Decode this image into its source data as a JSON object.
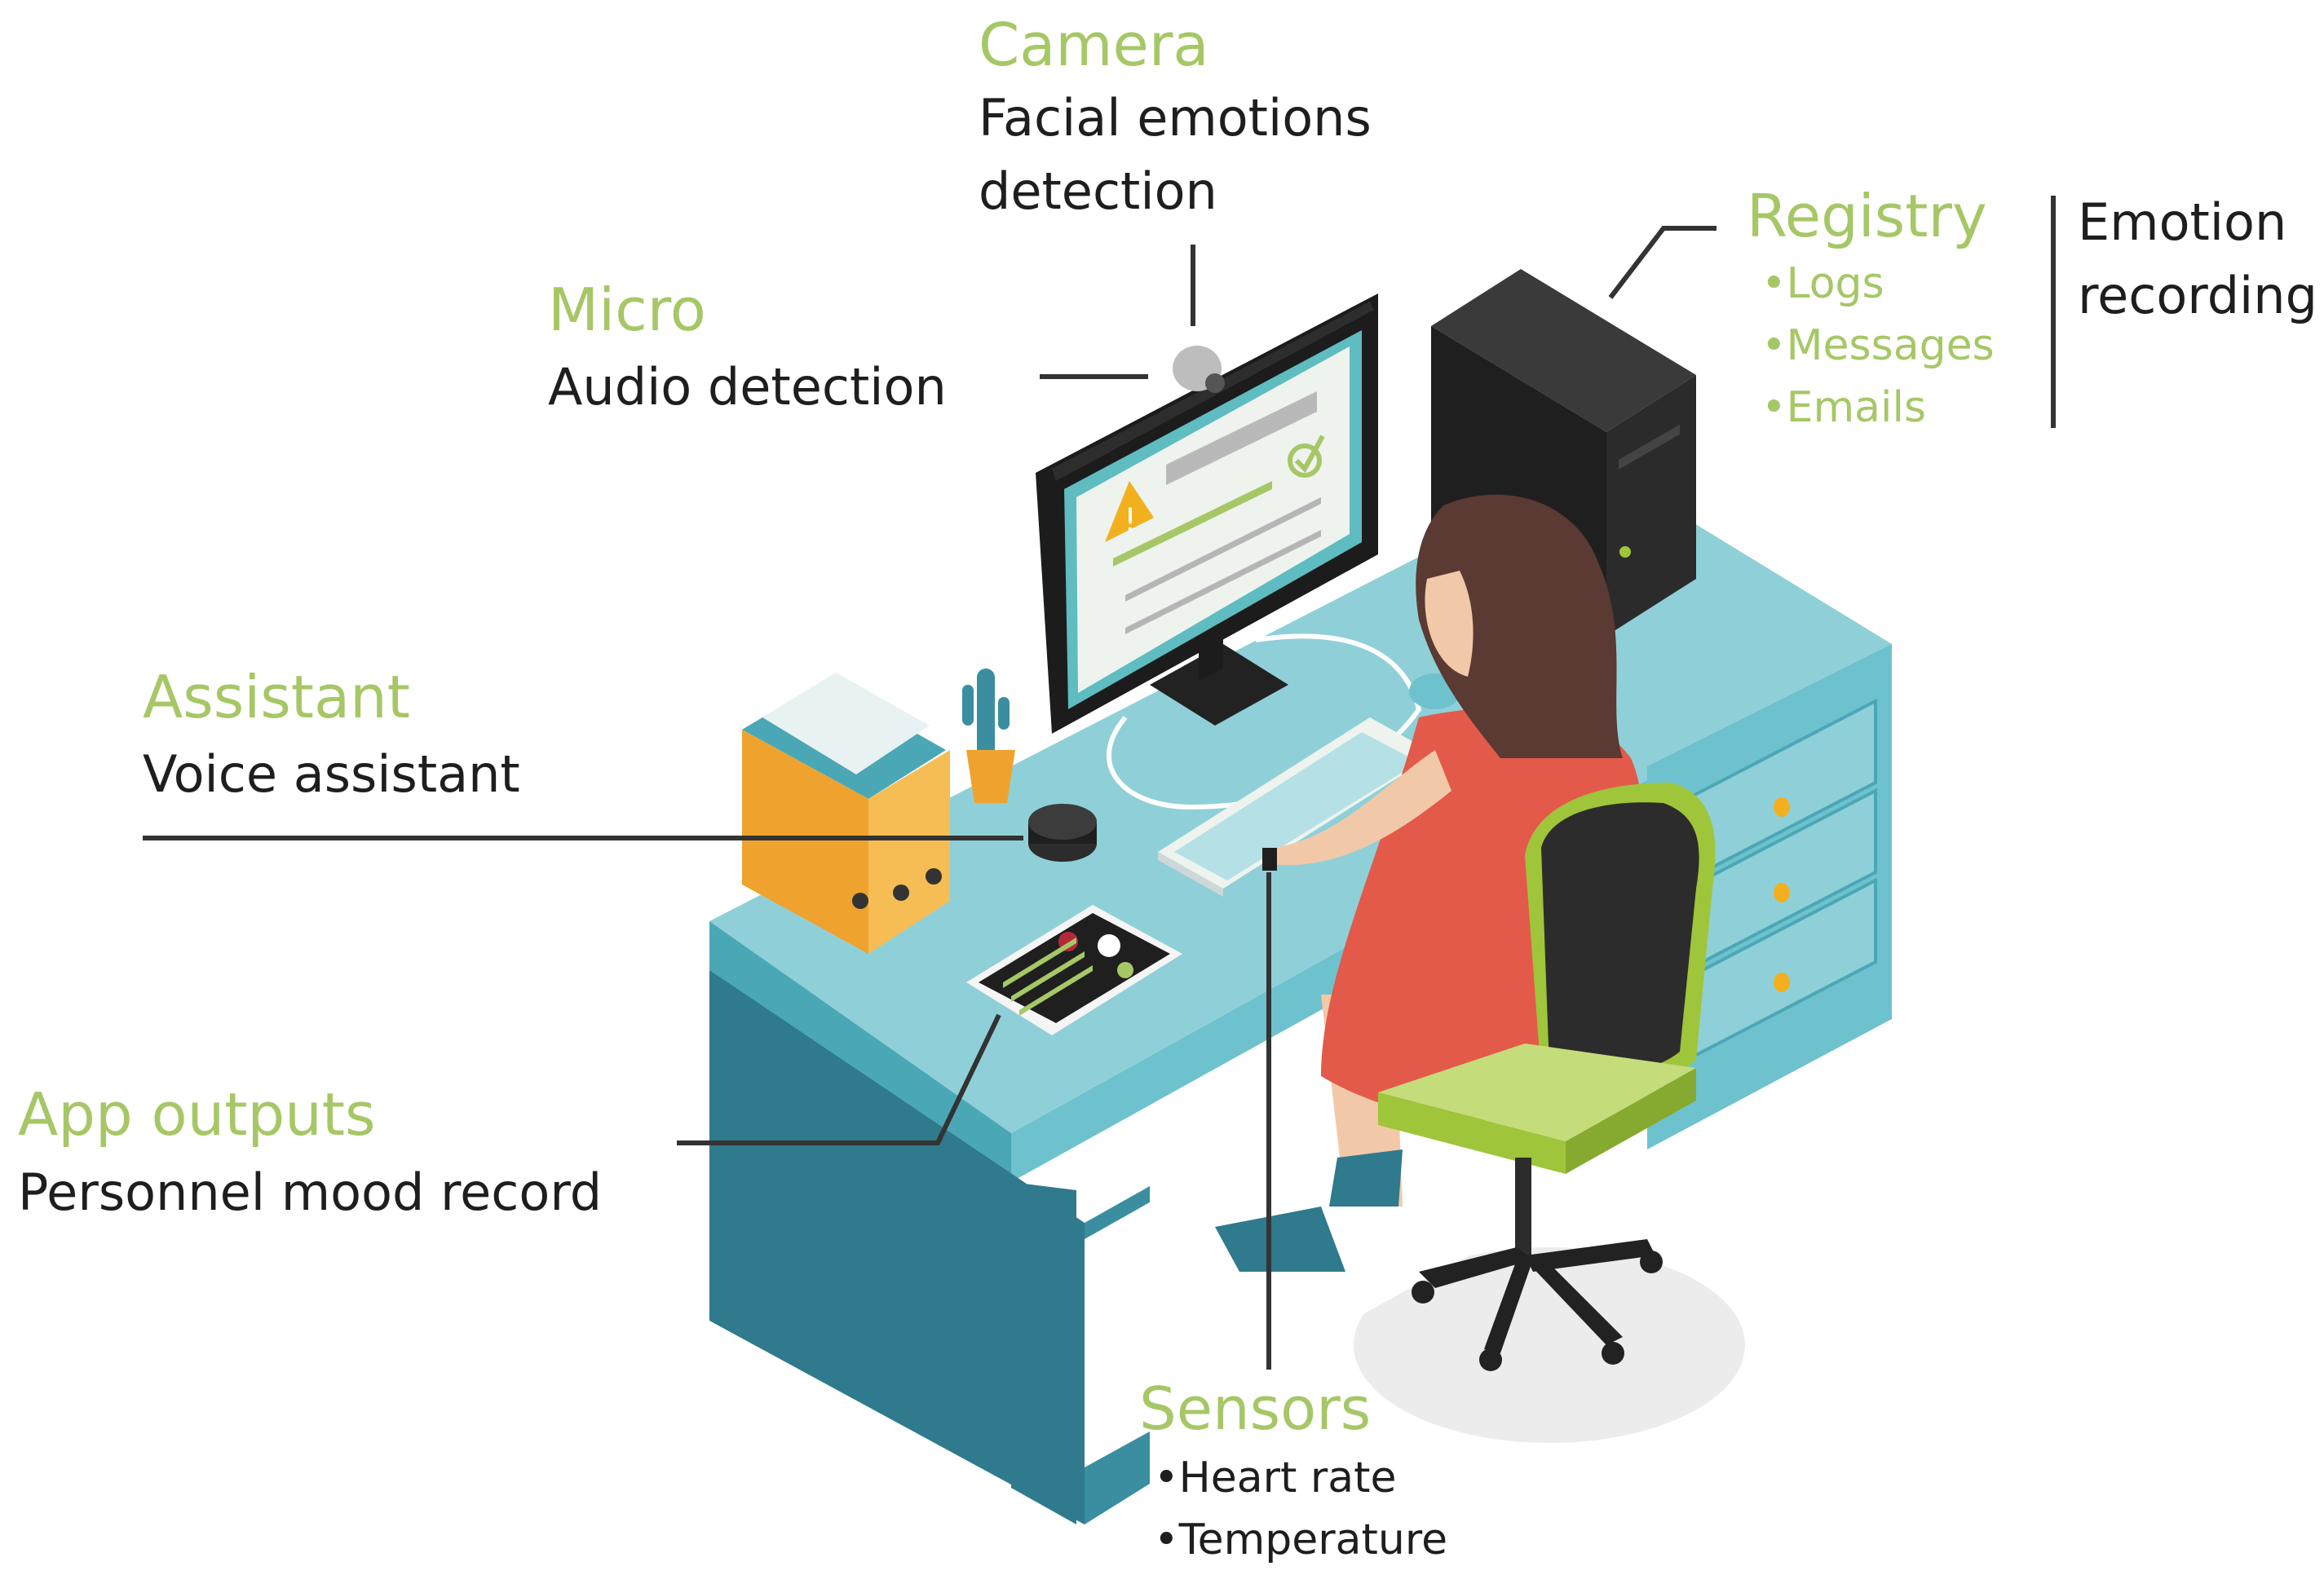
{
  "camera": {
    "title": "Camera",
    "desc_line1": "Facial emotions",
    "desc_line2": "detection"
  },
  "micro": {
    "title": "Micro",
    "desc": "Audio detection"
  },
  "registry": {
    "title": "Registry",
    "items": [
      "•Logs",
      "•Messages",
      "•Emails"
    ]
  },
  "emotion": {
    "line1": "Emotion",
    "line2": "recording"
  },
  "assistant": {
    "title": "Assistant",
    "desc": "Voice assistant"
  },
  "app": {
    "title": "App outputs",
    "desc": "Personnel mood record"
  },
  "sensors": {
    "title": "Sensors",
    "items": [
      "•Heart rate",
      "•Temperature"
    ]
  },
  "colors": {
    "label_green": "#a6c766",
    "text_dark": "#1e1e1e",
    "desk_top": "#8fd0d8",
    "desk_front": "#2f7a8c",
    "desk_side": "#3a8ea0",
    "dress": "#e35a4a",
    "hair": "#5a3a32",
    "chair_green": "#9fc53a",
    "folder_orange": "#efa32e"
  }
}
